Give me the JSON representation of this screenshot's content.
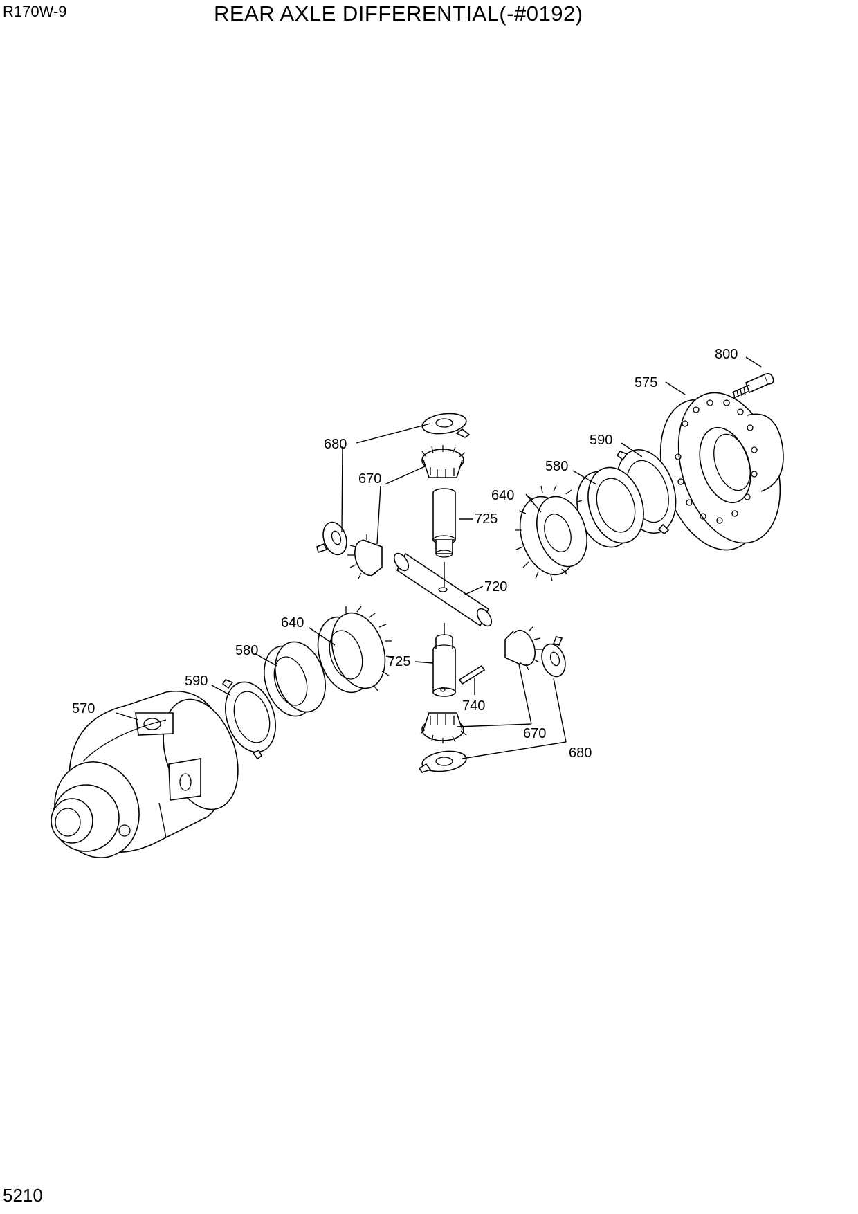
{
  "header": {
    "model": "R170W-9",
    "title": "REAR AXLE DIFFERENTIAL(-#0192)"
  },
  "footer": {
    "page_number": "5210"
  },
  "callouts": {
    "c800": "800",
    "c575": "575",
    "c590a": "590",
    "c580a": "580",
    "c640a": "640",
    "c680a": "680",
    "c670a": "670",
    "c725a": "725",
    "c720": "720",
    "c640b": "640",
    "c580b": "580",
    "c590b": "590",
    "c570": "570",
    "c725b": "725",
    "c740": "740",
    "c670b": "670",
    "c680b": "680"
  }
}
